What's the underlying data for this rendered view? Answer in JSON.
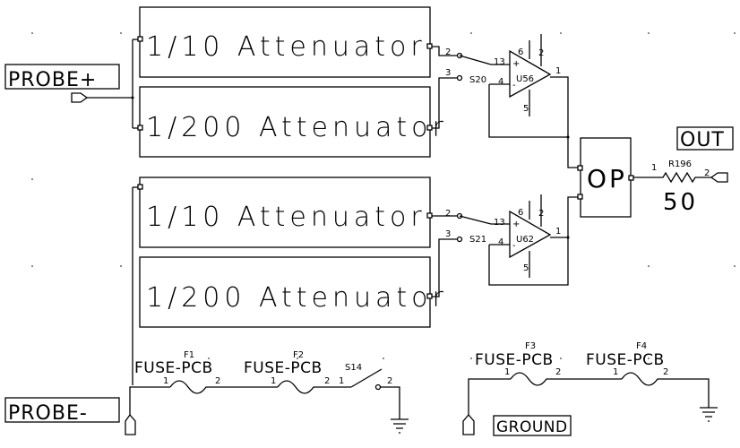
{
  "attenuators": {
    "top_a": "1/10 Attenuator",
    "top_b": "1/200 Attenuator",
    "bot_a": "1/10 Attenuator",
    "bot_b": "1/200 Attenuator"
  },
  "labels": {
    "probe_plus": "PROBE+",
    "probe_minus": "PROBE-",
    "out": "OUT",
    "ground": "GROUND",
    "op": "OP"
  },
  "switches": {
    "s20": {
      "ref": "S20",
      "pin_a": "2",
      "pin_b": "3"
    },
    "s21": {
      "ref": "S21",
      "pin_a": "2",
      "pin_b": "3"
    },
    "s14": {
      "ref": "S14",
      "pin_a": "1",
      "pin_b": "2"
    }
  },
  "amps": {
    "u56": {
      "ref": "U56",
      "in_plus": "13",
      "in_minus": "4",
      "out": "1",
      "v_top_a": "6",
      "v_top_b": "2",
      "v_bottom": "5",
      "plus": "+",
      "minus": "-"
    },
    "u62": {
      "ref": "U62",
      "in_plus": "13",
      "in_minus": "4",
      "out": "1",
      "v_top_a": "6",
      "v_top_b": "2",
      "v_bottom": "5",
      "plus": "+",
      "minus": "-"
    }
  },
  "resistor": {
    "ref": "R196",
    "value": "50",
    "pin1": "1",
    "pin2": "2"
  },
  "fuses": [
    {
      "ref": "F1",
      "type": "FUSE-PCB",
      "pin1": "1",
      "pin2": "2"
    },
    {
      "ref": "F2",
      "type": "FUSE-PCB",
      "pin1": "1",
      "pin2": "2"
    },
    {
      "ref": "F3",
      "type": "FUSE-PCB",
      "pin1": "1",
      "pin2": "2"
    },
    {
      "ref": "F4",
      "type": "FUSE-PCB",
      "pin1": "1",
      "pin2": "2"
    }
  ]
}
